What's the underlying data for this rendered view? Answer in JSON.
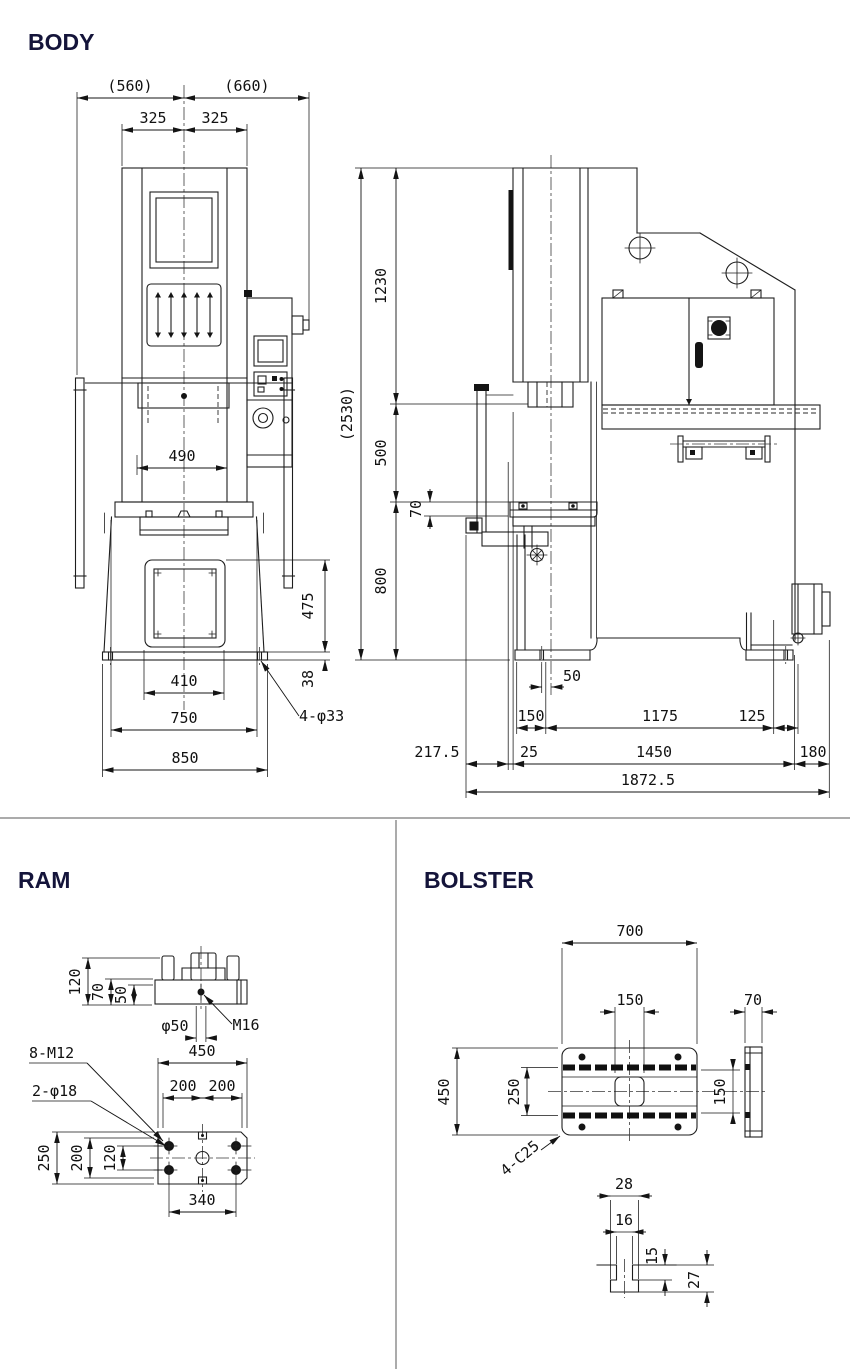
{
  "titles": {
    "body": "BODY",
    "ram": "RAM",
    "bolster": "BOLSTER"
  },
  "body": {
    "front": {
      "w_left": "(560)",
      "w_right": "(660)",
      "col_left": "325",
      "col_right": "325",
      "daylight": "490",
      "base_h": "475",
      "plate_t": "38",
      "opening_w": "410",
      "body_w": "750",
      "base_w": "850",
      "holes": "4-φ33"
    },
    "side": {
      "total_h": "(2530)",
      "upper_h": "1230",
      "mid_h": "500",
      "bolster_t": "70",
      "lower_h": "800",
      "off_50": "50",
      "seg_150": "150",
      "seg_1175": "1175",
      "seg_125": "125",
      "seg_217_5": "217.5",
      "seg_25": "25",
      "seg_1450": "1450",
      "seg_180": "180",
      "total_l": "1872.5"
    }
  },
  "ram": {
    "h_120": "120",
    "h_70": "70",
    "h_50": "50",
    "boss": "φ50",
    "thread": "M16",
    "w_450": "450",
    "w_200a": "200",
    "w_200b": "200",
    "tap_note": "8-M12",
    "hole_note": "2-φ18",
    "d_250": "250",
    "d_200": "200",
    "d_120": "120",
    "w_340": "340"
  },
  "bolster": {
    "w_700": "700",
    "slot_150": "150",
    "h_450": "450",
    "rows_250": "250",
    "right_150": "150",
    "thick_70": "70",
    "corner_note": "4-C25",
    "t28": "28",
    "t16": "16",
    "t15": "15",
    "t27": "27"
  }
}
